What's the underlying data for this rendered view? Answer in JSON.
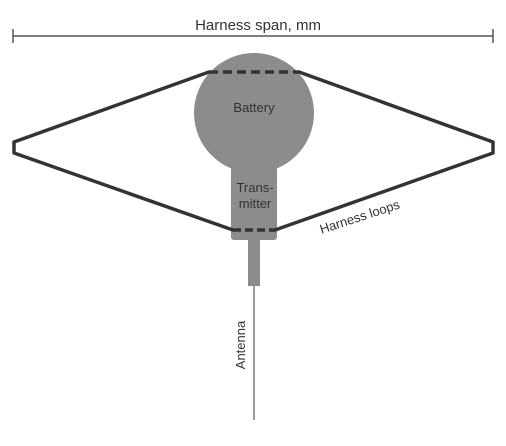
{
  "span_label": "Harness span, mm",
  "battery_label": "Battery",
  "transmitter_label_line1": "Trans-",
  "transmitter_label_line2": "mitter",
  "harness_label": "Harness loops",
  "antenna_label": "Antenna",
  "colors": {
    "device": "#8c8c8c",
    "line": "#333333",
    "antenna": "#707070",
    "text": "#333333"
  }
}
